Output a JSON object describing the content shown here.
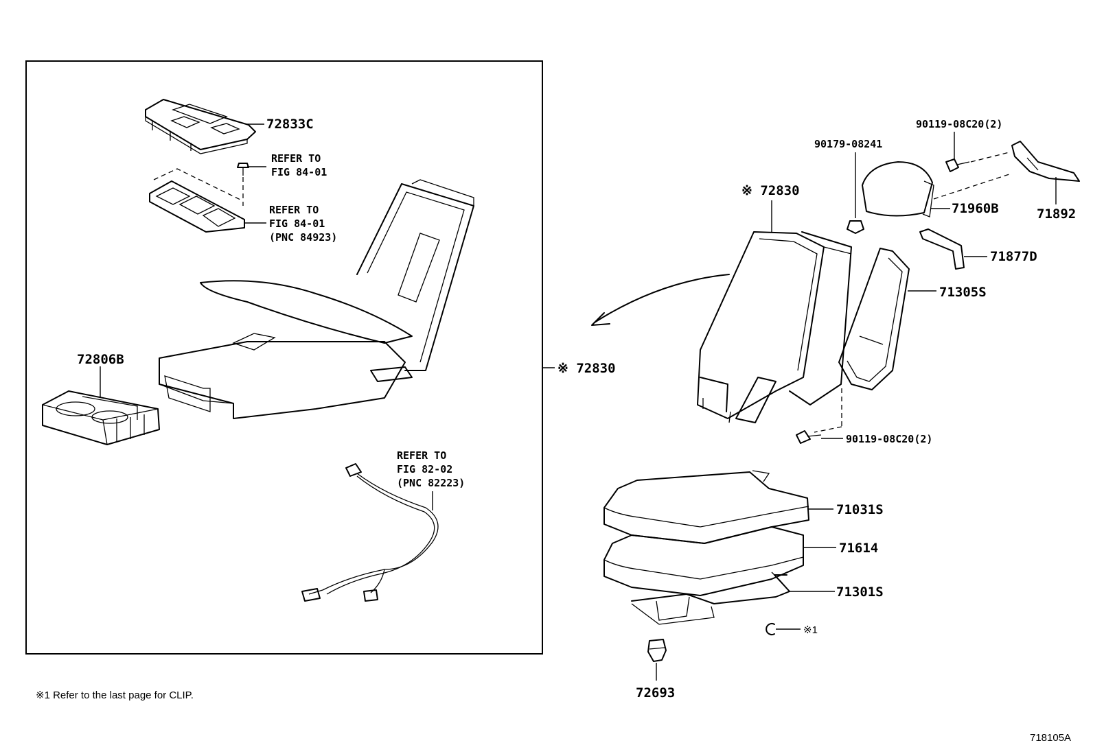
{
  "labels": {
    "p72833C": "72833C",
    "refer1_line1": "REFER TO",
    "refer1_line2": "FIG 84-01",
    "refer2_line1": "REFER TO",
    "refer2_line2": "FIG 84-01",
    "refer2_line3": "(PNC 84923)",
    "p72806B": "72806B",
    "p72830_right": "※ 72830",
    "refer3_line1": "REFER TO",
    "refer3_line2": "FIG 82-02",
    "refer3_line3": "(PNC 82223)",
    "p90119_top": "90119-08C20(2)",
    "p90179": "90179-08241",
    "p72830_top": "※ 72830",
    "p71960B": "71960B",
    "p71892": "71892",
    "p71877D": "71877D",
    "p71305S": "71305S",
    "p90119_bottom": "90119-08C20(2)",
    "p71031S": "71031S",
    "p71614": "71614",
    "p71301S": "71301S",
    "clip_mark": "※1",
    "p72693": "72693"
  },
  "footnote": "※1  Refer to the last page for CLIP.",
  "figure_id": "718105A"
}
